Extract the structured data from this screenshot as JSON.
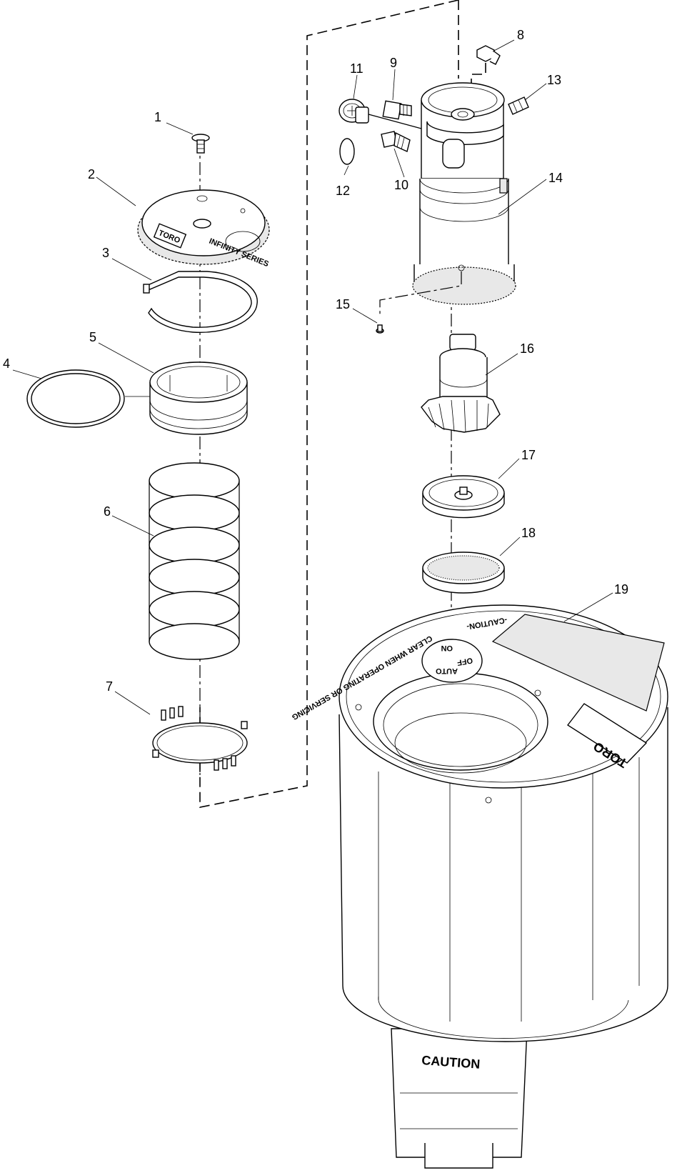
{
  "diagram": {
    "callouts": [
      "1",
      "2",
      "3",
      "4",
      "5",
      "6",
      "7",
      "8",
      "9",
      "10",
      "11",
      "12",
      "13",
      "14",
      "15",
      "16",
      "17",
      "18",
      "19"
    ],
    "body_labels": {
      "caution_top": "-CAUTION-",
      "caution_sub": "CLEAR WHEN OPERATING OR SERVICING",
      "caution_bottom": "CAUTION",
      "brand": "TORO",
      "on": "ON",
      "off": "OFF",
      "auto": "AUTO"
    },
    "cap_labels": {
      "brand": "TORO",
      "model": "INFINITY SERIES"
    }
  }
}
